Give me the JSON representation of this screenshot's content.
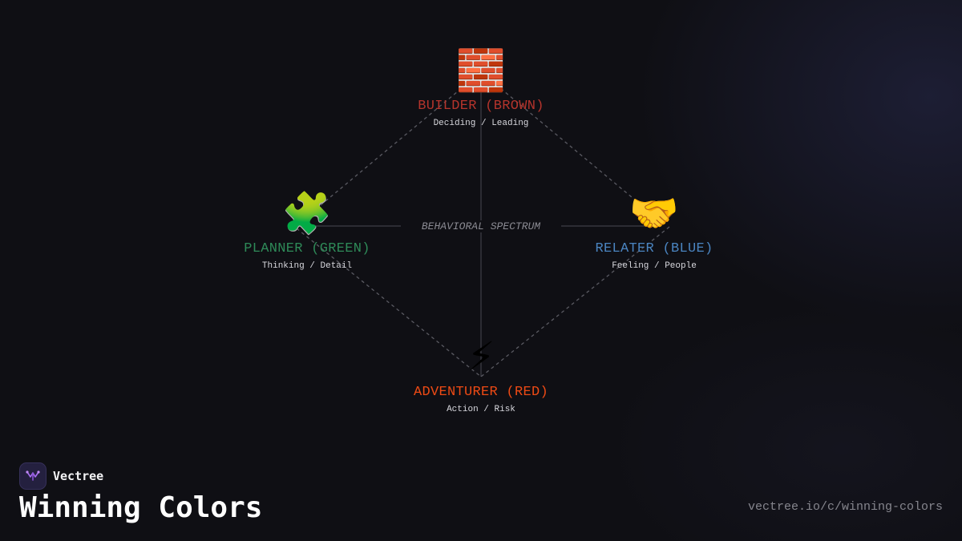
{
  "diagram": {
    "center_label": "BEHAVIORAL SPECTRUM",
    "nodes": [
      {
        "id": "builder",
        "icon": "brick-icon",
        "glyph": "🧱",
        "title": "BUILDER (BROWN)",
        "subtitle": "Deciding / Leading",
        "color": "#b5342c"
      },
      {
        "id": "planner",
        "icon": "puzzle-icon",
        "glyph": "🧩",
        "title": "PLANNER (GREEN)",
        "subtitle": "Thinking / Detail",
        "color": "#2e8a58"
      },
      {
        "id": "relater",
        "icon": "handshake-icon",
        "glyph": "🤝",
        "title": "RELATER (BLUE)",
        "subtitle": "Feeling / People",
        "color": "#4a84c0"
      },
      {
        "id": "adventurer",
        "icon": "lightning-icon",
        "glyph": "⚡",
        "title": "ADVENTURER (RED)",
        "subtitle": "Action / Risk",
        "color": "#ee4a14"
      }
    ],
    "line_color": "#5a5a62"
  },
  "brand": {
    "name": "Vectree",
    "logo_icon": "vectree-logo-icon",
    "accent": "#a86ef0"
  },
  "footer": {
    "title": "Winning Colors",
    "url": "vectree.io/c/winning-colors"
  }
}
